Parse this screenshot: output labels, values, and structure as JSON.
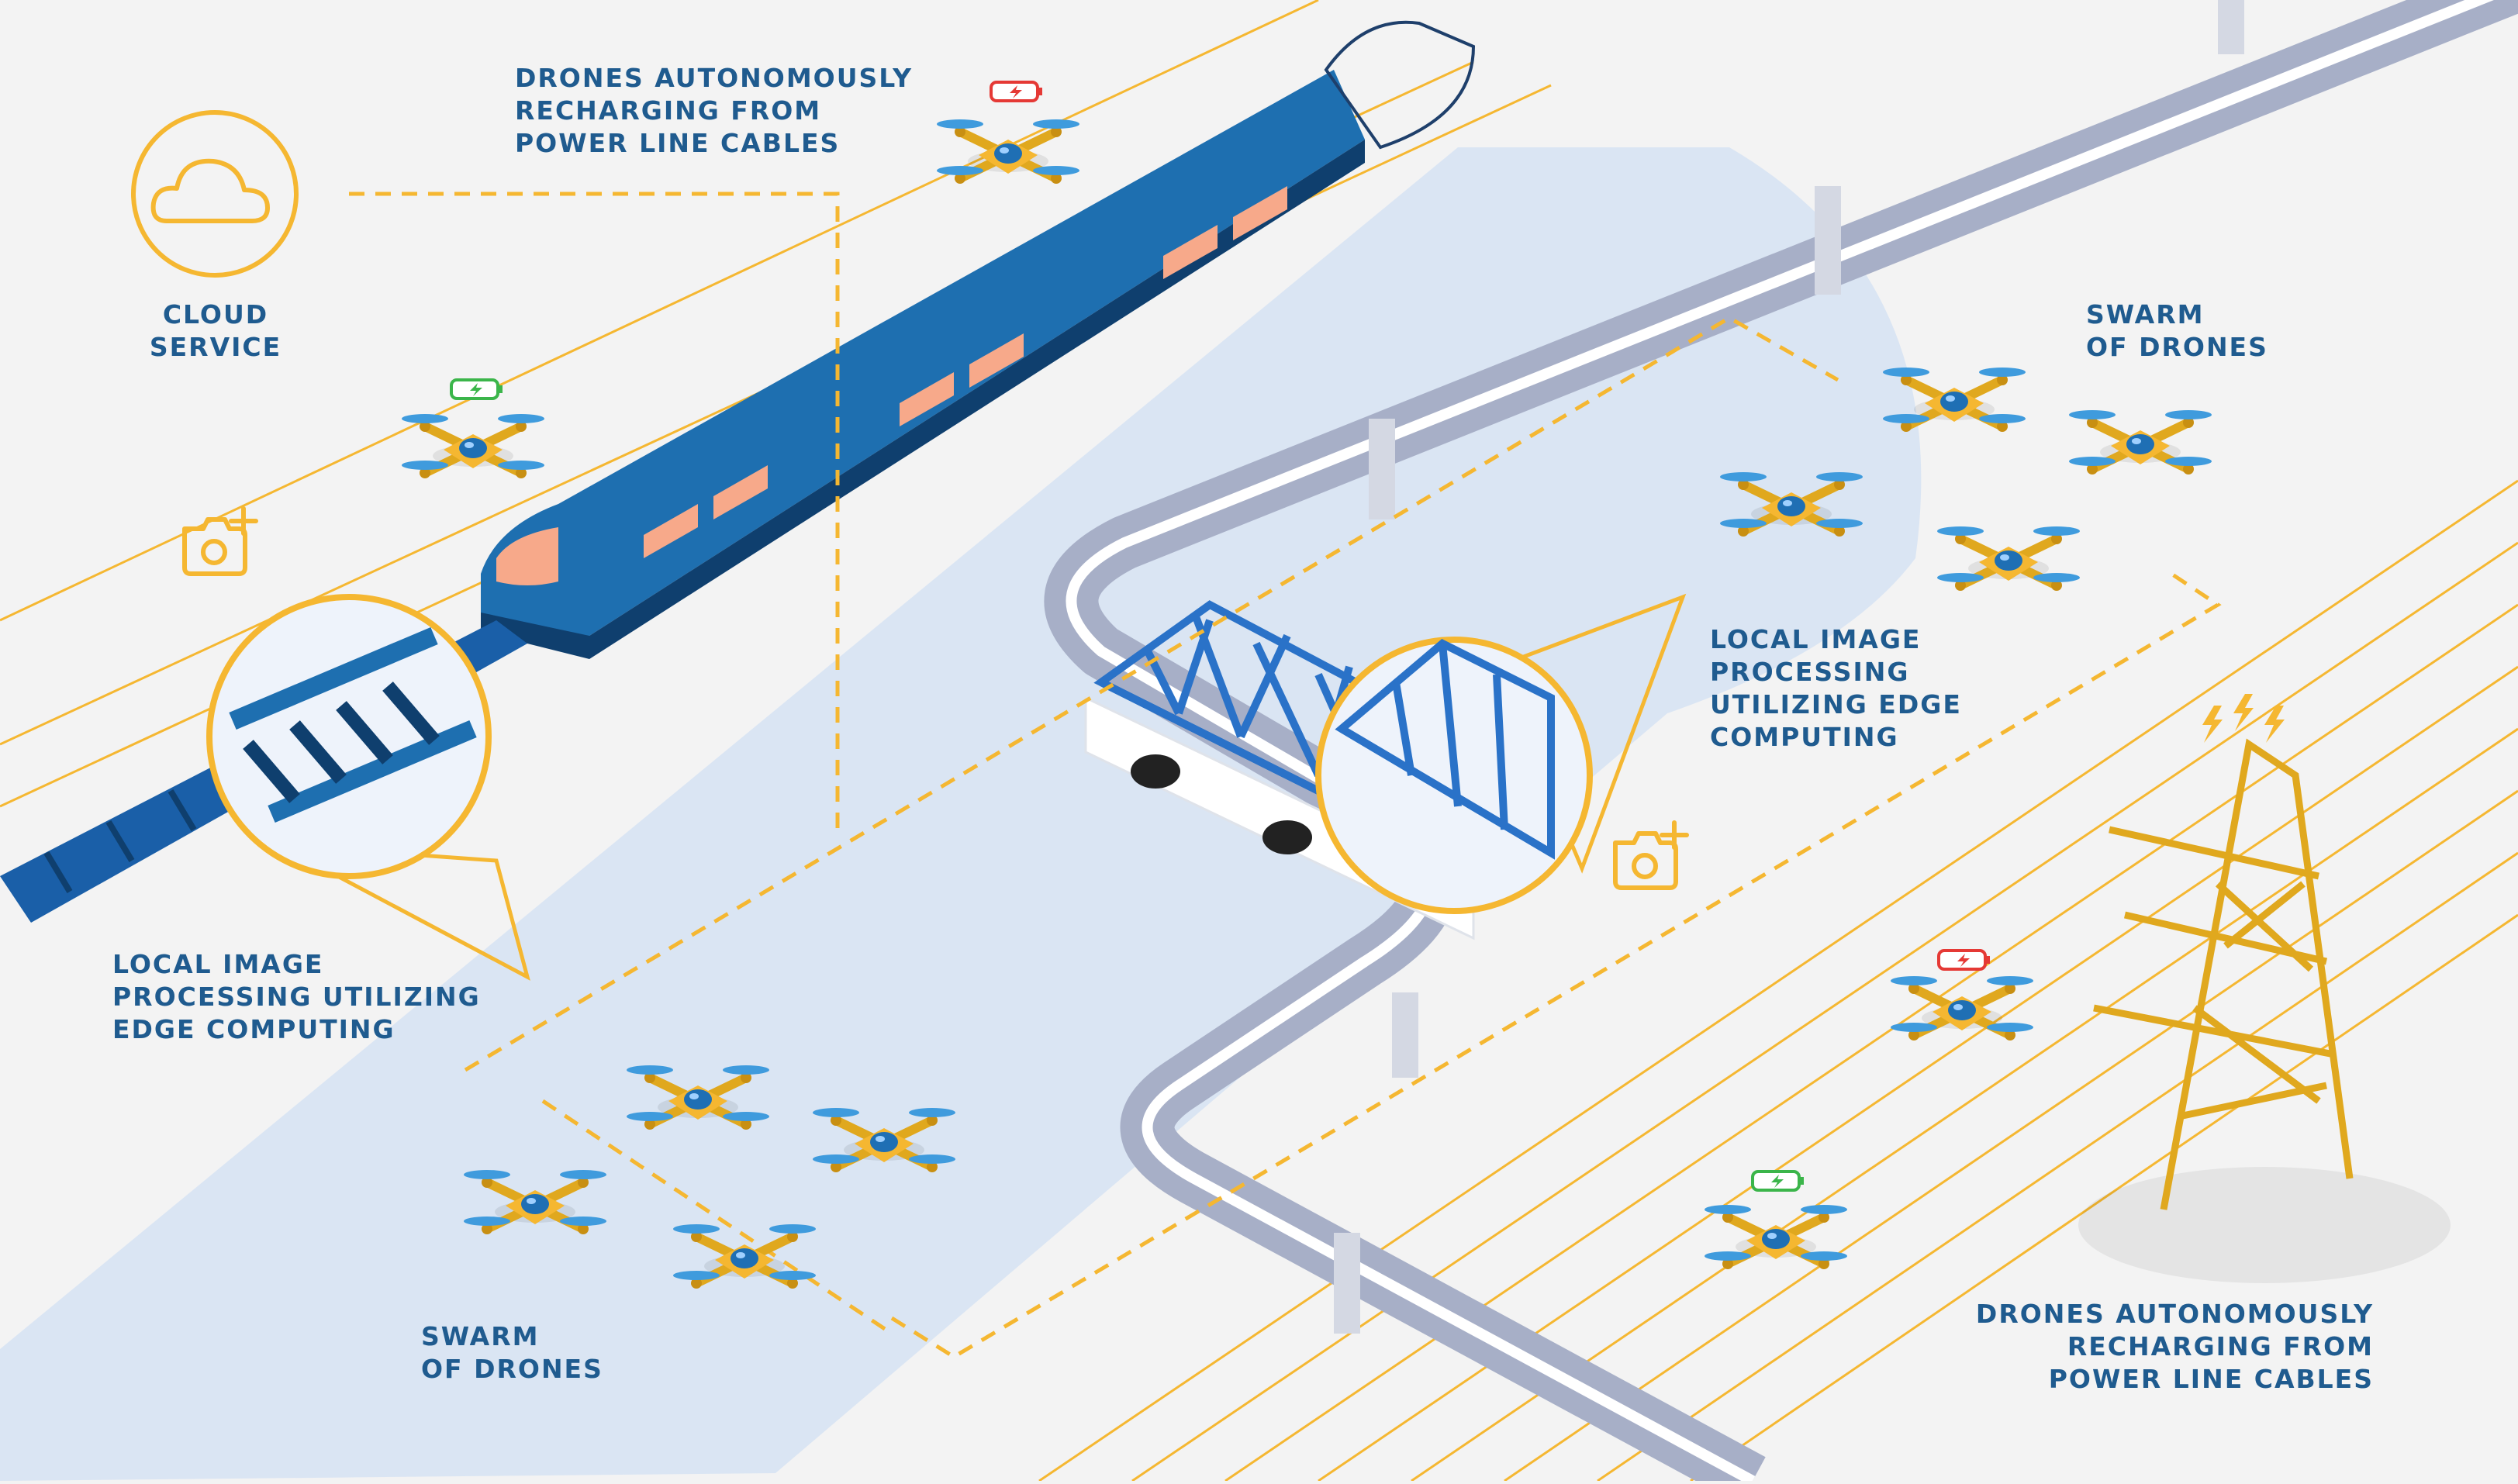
{
  "colors": {
    "background": "#f3f3f3",
    "accent_yellow": "#f5b731",
    "label_blue": "#1f5b8f",
    "train_blue": "#1e6fb0",
    "train_window": "#f7a98a",
    "bridge_blue": "#2a72c8",
    "river": "#c9dcf3",
    "road_gray": "#a7afc7",
    "battery_green": "#3bb54a",
    "battery_red": "#e53935"
  },
  "labels": {
    "drones_recharging_top": [
      "DRONES AUTONOMOUSLY",
      "RECHARGING FROM",
      "POWER LINE CABLES"
    ],
    "cloud_service": [
      "CLOUD",
      "SERVICE"
    ],
    "swarm_top_right": [
      "SWARM",
      "OF DRONES"
    ],
    "local_processing_center": [
      "LOCAL IMAGE",
      "PROCESSING",
      "UTILIZING EDGE",
      "COMPUTING"
    ],
    "local_processing_left": [
      "LOCAL IMAGE",
      "PROCESSING UTILIZING",
      "EDGE COMPUTING"
    ],
    "swarm_bottom_left": [
      "SWARM",
      "OF DRONES"
    ],
    "drones_recharging_bottom": [
      "DRONES AUTONOMOUSLY",
      "RECHARGING FROM",
      "POWER LINE CABLES"
    ]
  },
  "icons": {
    "cloud": "cloud-icon",
    "camera_left": "camera-add-icon",
    "camera_center": "camera-add-icon",
    "battery_charging": "battery-charging-icon",
    "battery_low": "battery-low-icon",
    "lightning": "lightning-icon"
  }
}
